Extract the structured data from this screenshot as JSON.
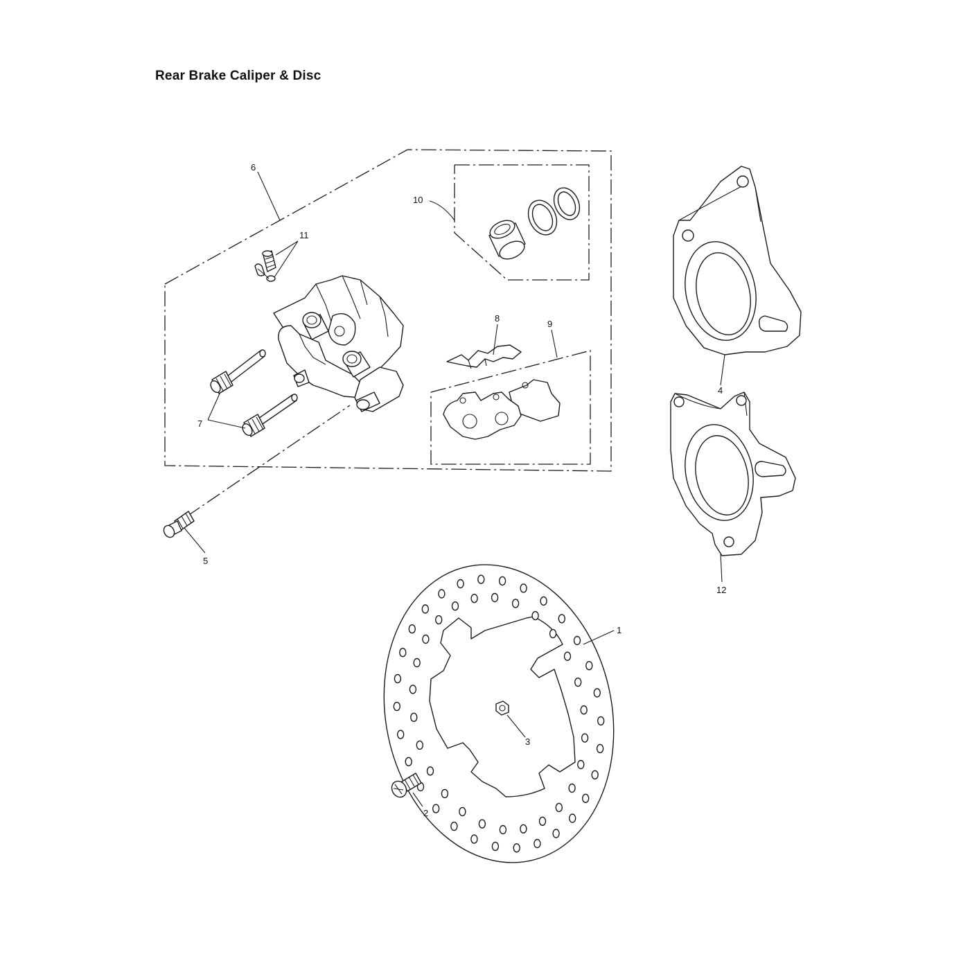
{
  "title": "Rear Brake Caliper & Disc",
  "callouts": {
    "c1": "1",
    "c2": "2",
    "c3": "3",
    "c4": "4",
    "c5": "5",
    "c6": "6",
    "c7": "7",
    "c8": "8",
    "c9": "9",
    "c10": "10",
    "c11": "11",
    "c12": "12"
  }
}
